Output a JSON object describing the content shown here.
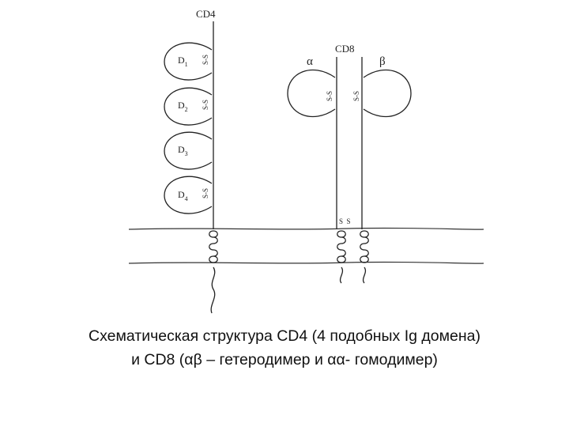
{
  "cd4": {
    "label": "CD4",
    "domains": [
      {
        "name": "D",
        "sub": "1"
      },
      {
        "name": "D",
        "sub": "2"
      },
      {
        "name": "D",
        "sub": "3"
      },
      {
        "name": "D",
        "sub": "4"
      }
    ],
    "disulfide": "S-S"
  },
  "cd8": {
    "label": "CD8",
    "alpha": "α",
    "beta": "β",
    "chain_ss": "S-S",
    "interchain_ss": "S  S"
  },
  "caption": {
    "line1": "Схематическая структура CD4 (4 подобных Ig домена)",
    "line2": "и CD8 (αβ – гетеродимер и αα- гомодимер)"
  }
}
